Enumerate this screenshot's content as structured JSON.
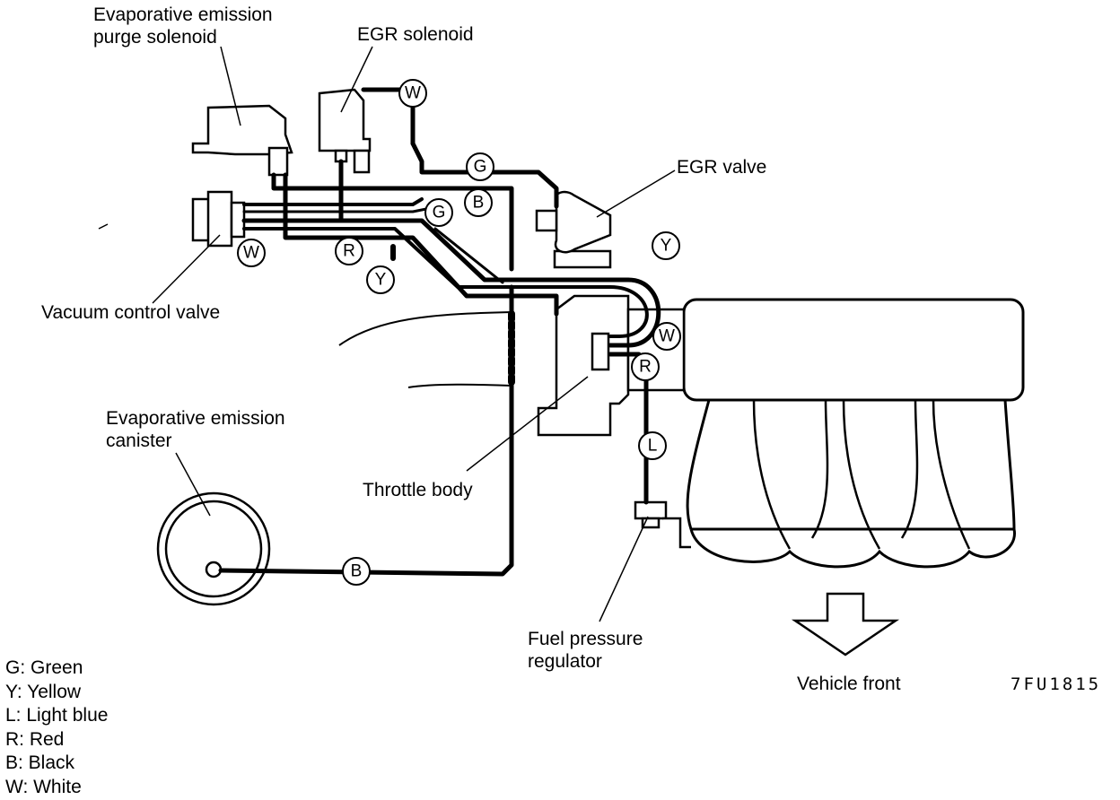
{
  "labels": {
    "purge_solenoid_l1": "Evaporative emission",
    "purge_solenoid_l2": "purge solenoid",
    "egr_solenoid": "EGR solenoid",
    "egr_valve": "EGR valve",
    "vacuum_control_valve": "Vacuum control valve",
    "canister_l1": "Evaporative emission",
    "canister_l2": "canister",
    "throttle_body": "Throttle body",
    "fuel_reg_l1": "Fuel pressure",
    "fuel_reg_l2": "regulator",
    "vehicle_front": "Vehicle front",
    "figure_code": "7FU1815"
  },
  "hose_tags": {
    "w_egr": "W",
    "g_top": "G",
    "b_mid": "B",
    "g_mid": "G",
    "w_vcv": "W",
    "r_left": "R",
    "y_left": "Y",
    "y_right": "Y",
    "w_right": "W",
    "r_right": "R",
    "l_fuel": "L",
    "b_canister": "B"
  },
  "legend": [
    "G: Green",
    "Y: Yellow",
    "L: Light blue",
    "R: Red",
    "B: Black",
    "W: White"
  ]
}
